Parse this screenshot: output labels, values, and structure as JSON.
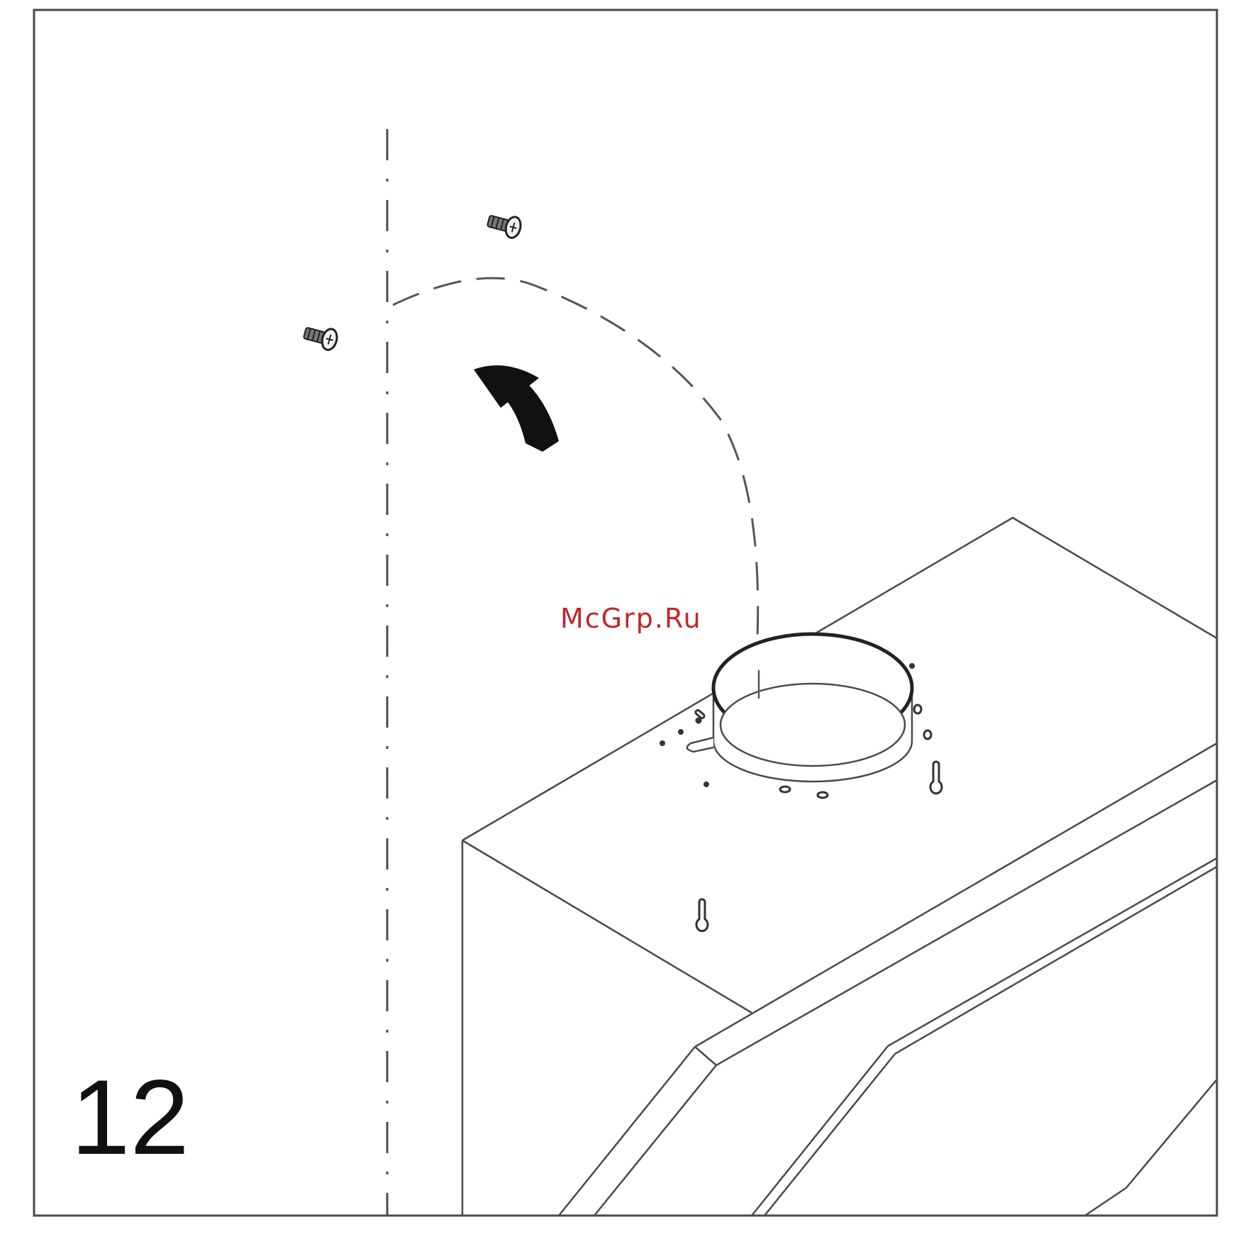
{
  "figure": {
    "step_number": "12",
    "watermark": "McGrp.Ru"
  },
  "parts": {
    "screws": 2,
    "keyhole_slots": 2
  },
  "colors": {
    "line": "#4a4a4a",
    "ink": "#111111",
    "watermark": "#c0262c",
    "background": "#ffffff"
  },
  "icons": {
    "rotation_arrow": "curved-arrow-icon",
    "screw": "screw-icon",
    "keyhole": "keyhole-slot-icon"
  }
}
